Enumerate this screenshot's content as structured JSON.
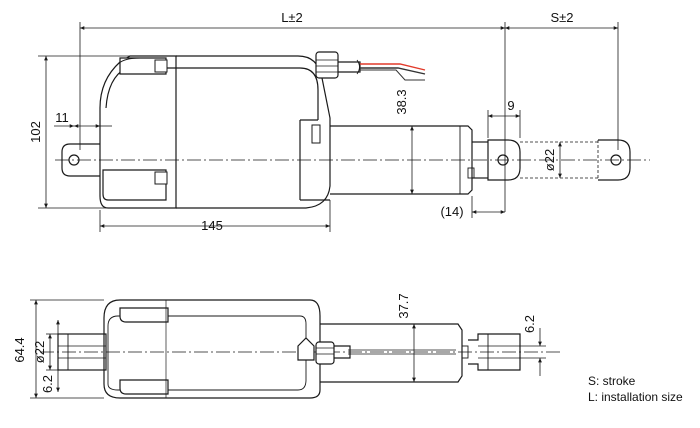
{
  "dimensions": {
    "length": "L±2",
    "stroke": "S±2",
    "height_top": "102",
    "offset_11": "11",
    "width_9": "9",
    "rod_38_3": "38.3",
    "dia_22_top": "ø22",
    "rod_end_14": "(14)",
    "body_145": "145",
    "height_bottom": "64.4",
    "dia_22_bottom": "ø22",
    "hole_6_2_left": "6.2",
    "rod_37_7": "37.7",
    "hole_6_2_right": "6.2"
  },
  "legend": {
    "stroke": "S: stroke",
    "installation": "L: installation size"
  },
  "colors": {
    "line": "#1a1a1a",
    "wire_red": "#e23a2a",
    "wire_dark": "#333333"
  }
}
